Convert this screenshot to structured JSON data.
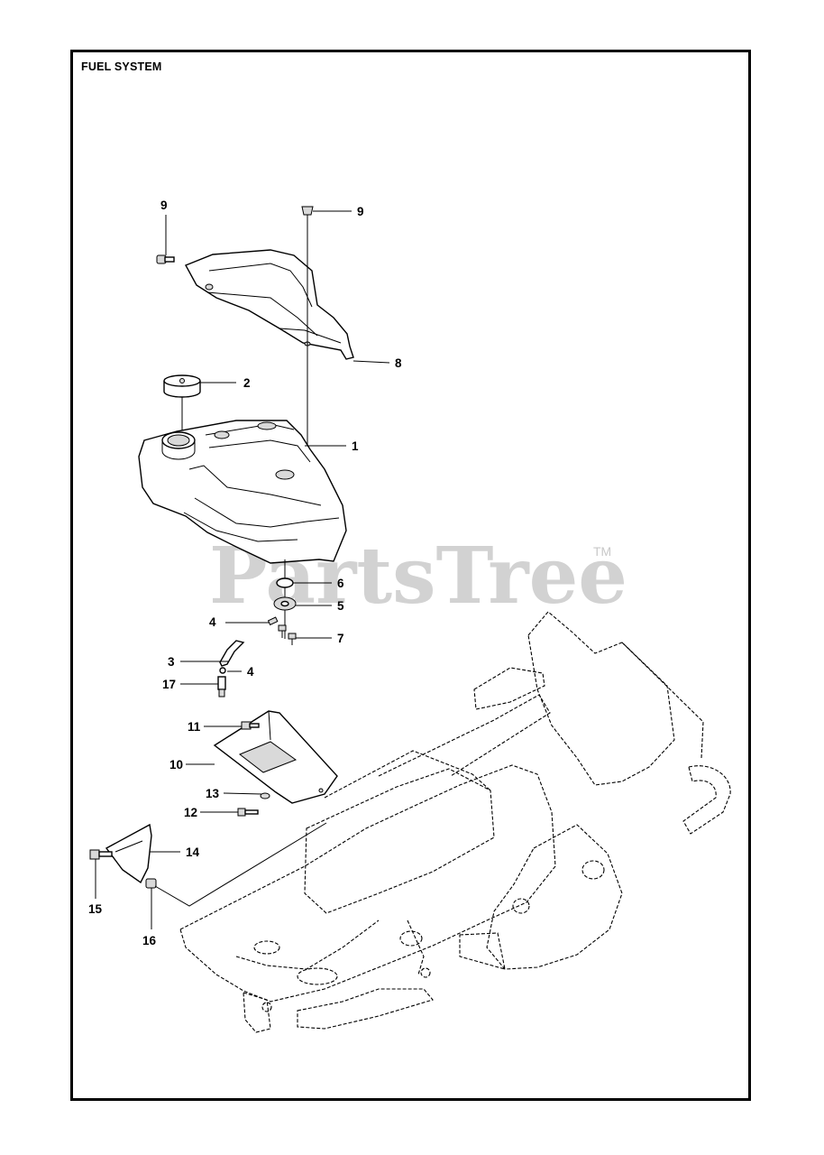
{
  "title": "FUEL SYSTEM",
  "watermark": {
    "text": "PartsTree",
    "trademark": "TM"
  },
  "callouts": {
    "c9a": "9",
    "c9b": "9",
    "c8": "8",
    "c2": "2",
    "c1": "1",
    "c6": "6",
    "c5": "5",
    "c4a": "4",
    "c7": "7",
    "c3": "3",
    "c4b": "4",
    "c17": "17",
    "c11": "11",
    "c10": "10",
    "c13": "13",
    "c12": "12",
    "c14": "14",
    "c15": "15",
    "c16": "16"
  }
}
